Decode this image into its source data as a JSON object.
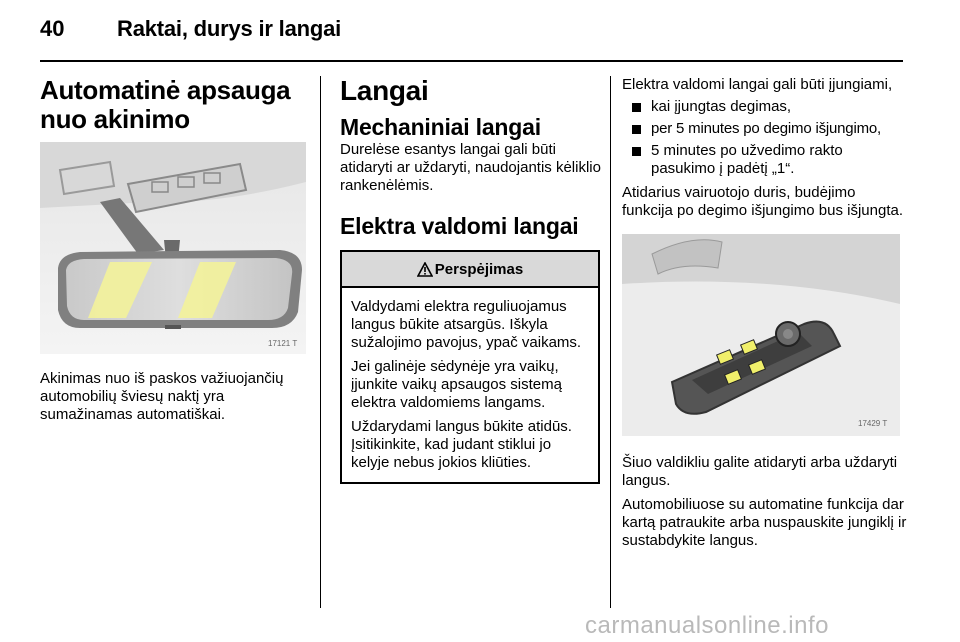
{
  "header": {
    "page_number": "40",
    "chapter_title": "Raktai, durys ir langai"
  },
  "col1": {
    "heading": "Automatinė apsauga nuo akinimo",
    "figure_id": "17121 T",
    "paragraph": "Akinimas nuo iš paskos važiuojančių automobilių šviesų naktį yra sumažinamas automatiškai."
  },
  "col2": {
    "heading": "Langai",
    "sub1_heading": "Mechaniniai langai",
    "sub1_text": "Durelėse esantys langai gali būti atidaryti ar uždaryti, naudojantis kėliklio rankenėlėmis.",
    "sub2_heading": "Elektra valdomi langai",
    "warning": {
      "symbol": "9",
      "title": "Perspėjimas",
      "p1": "Valdydami elektra reguliuojamus langus būkite atsargūs. Iškyla sužalojimo pavojus, ypač vaikams.",
      "p2": "Jei galinėje sėdynėje yra vaikų, įjunkite vaikų apsaugos sistemą elektra valdomiems langams.",
      "p3": "Uždarydami langus būkite atidūs. Įsitikinkite, kad judant stiklui jo kelyje nebus jokios kliūties."
    }
  },
  "col3": {
    "intro": "Elektra valdomi langai gali būti įjungiami,",
    "bullets": [
      "kai įjungtas degimas,",
      "per 5 minutes po degimo išjungimo,",
      "5 minutes po užvedimo rakto pasukimo į padėtį „1“."
    ],
    "p_after_list": "Atidarius vairuotojo duris, budėjimo funkcija po degimo išjungimo bus išjungta.",
    "figure_id": "17429 T",
    "p_caption": "Šiuo valdikliu galite atidaryti arba uždaryti langus.",
    "p_auto": "Automobiliuose su automatine funkcija dar kartą patraukite arba nuspauskite jungiklį ir sustabdykite langus."
  },
  "watermark": "carmanualsonline.info"
}
